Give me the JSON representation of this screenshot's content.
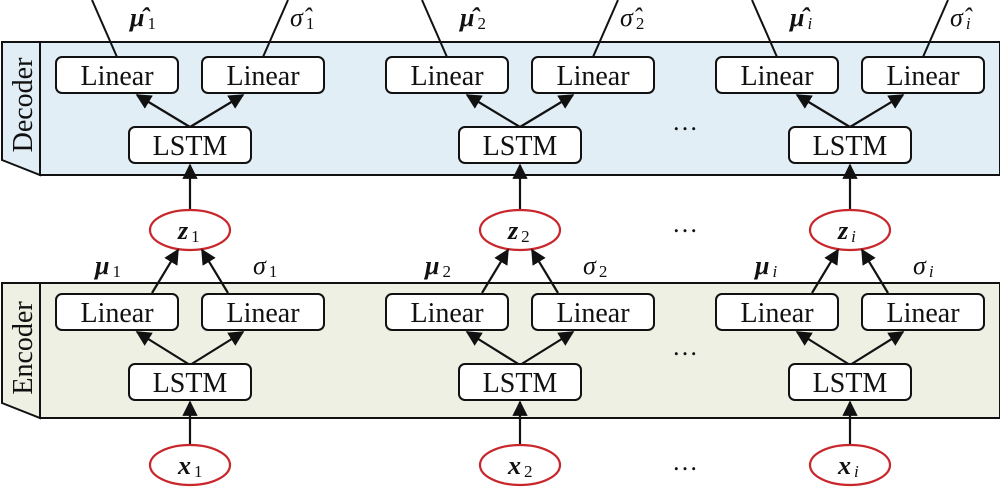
{
  "decoder_label": "Decoder",
  "encoder_label": "Encoder",
  "linear_label": "Linear",
  "lstm_label": "LSTM",
  "ellipsis": "…",
  "columns": [
    {
      "sub": "1",
      "z": "z",
      "x": "x",
      "mu": "μ",
      "sigma": "σ",
      "mu_hat": "μ̂",
      "sigma_hat": "σ̂"
    },
    {
      "sub": "2",
      "z": "z",
      "x": "x",
      "mu": "μ",
      "sigma": "σ",
      "mu_hat": "μ̂",
      "sigma_hat": "σ̂"
    },
    {
      "sub": "i",
      "z": "z",
      "x": "x",
      "mu": "μ",
      "sigma": "σ",
      "mu_hat": "μ̂",
      "sigma_hat": "σ̂"
    }
  ],
  "colors": {
    "decoder_fill": "#e2eef6",
    "encoder_fill": "#eef0e4",
    "band_edge": "#111111",
    "node_stroke": "#c8262b",
    "box_stroke": "#111111"
  }
}
